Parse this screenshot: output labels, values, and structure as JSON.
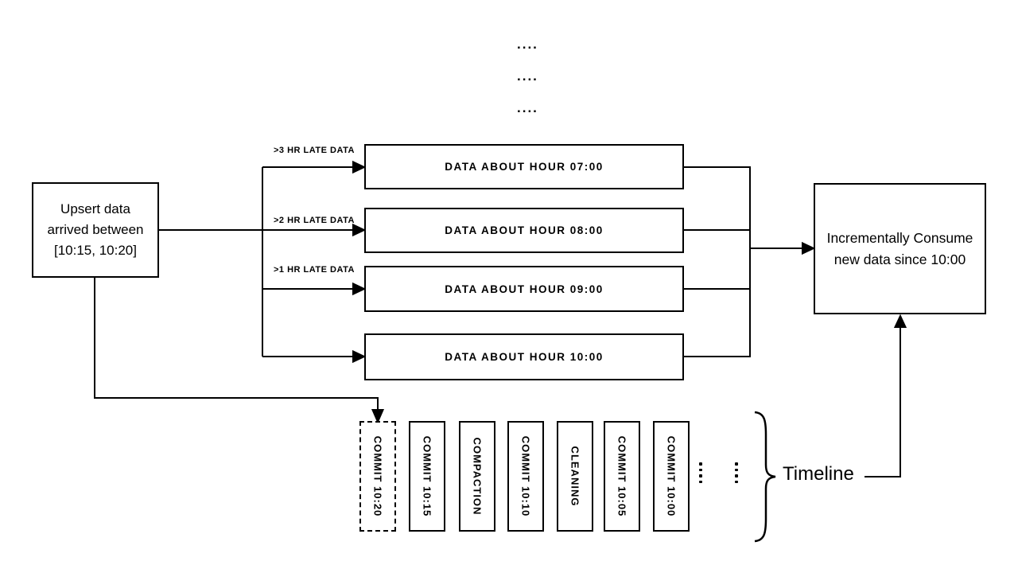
{
  "colors": {
    "ink": "#000000",
    "background": "#ffffff"
  },
  "top_dots": {
    "rows": [
      "....",
      "....",
      "...."
    ]
  },
  "upsert_box": {
    "lines": [
      "Upsert data",
      "arrived between",
      "[10:15, 10:20]"
    ]
  },
  "late_labels": [
    ">3 HR LATE DATA",
    ">2 HR LATE DATA",
    ">1 HR LATE DATA"
  ],
  "hour_boxes": [
    "DATA ABOUT HOUR 07:00",
    "DATA ABOUT HOUR 08:00",
    "DATA ABOUT HOUR 09:00",
    "DATA ABOUT HOUR 10:00"
  ],
  "consume_box": {
    "lines": [
      "Incrementally Consume",
      "new data since 10:00"
    ]
  },
  "timeline": {
    "label": "Timeline",
    "items": [
      {
        "label": "COMMIT 10:20",
        "pending": true
      },
      {
        "label": "COMMIT 10:15",
        "pending": false
      },
      {
        "label": "COMPACTION",
        "pending": false
      },
      {
        "label": "COMMIT 10:10",
        "pending": false
      },
      {
        "label": "CLEANING",
        "pending": false
      },
      {
        "label": "COMMIT 10:05",
        "pending": false
      },
      {
        "label": "COMMIT 10:00",
        "pending": false
      }
    ]
  }
}
